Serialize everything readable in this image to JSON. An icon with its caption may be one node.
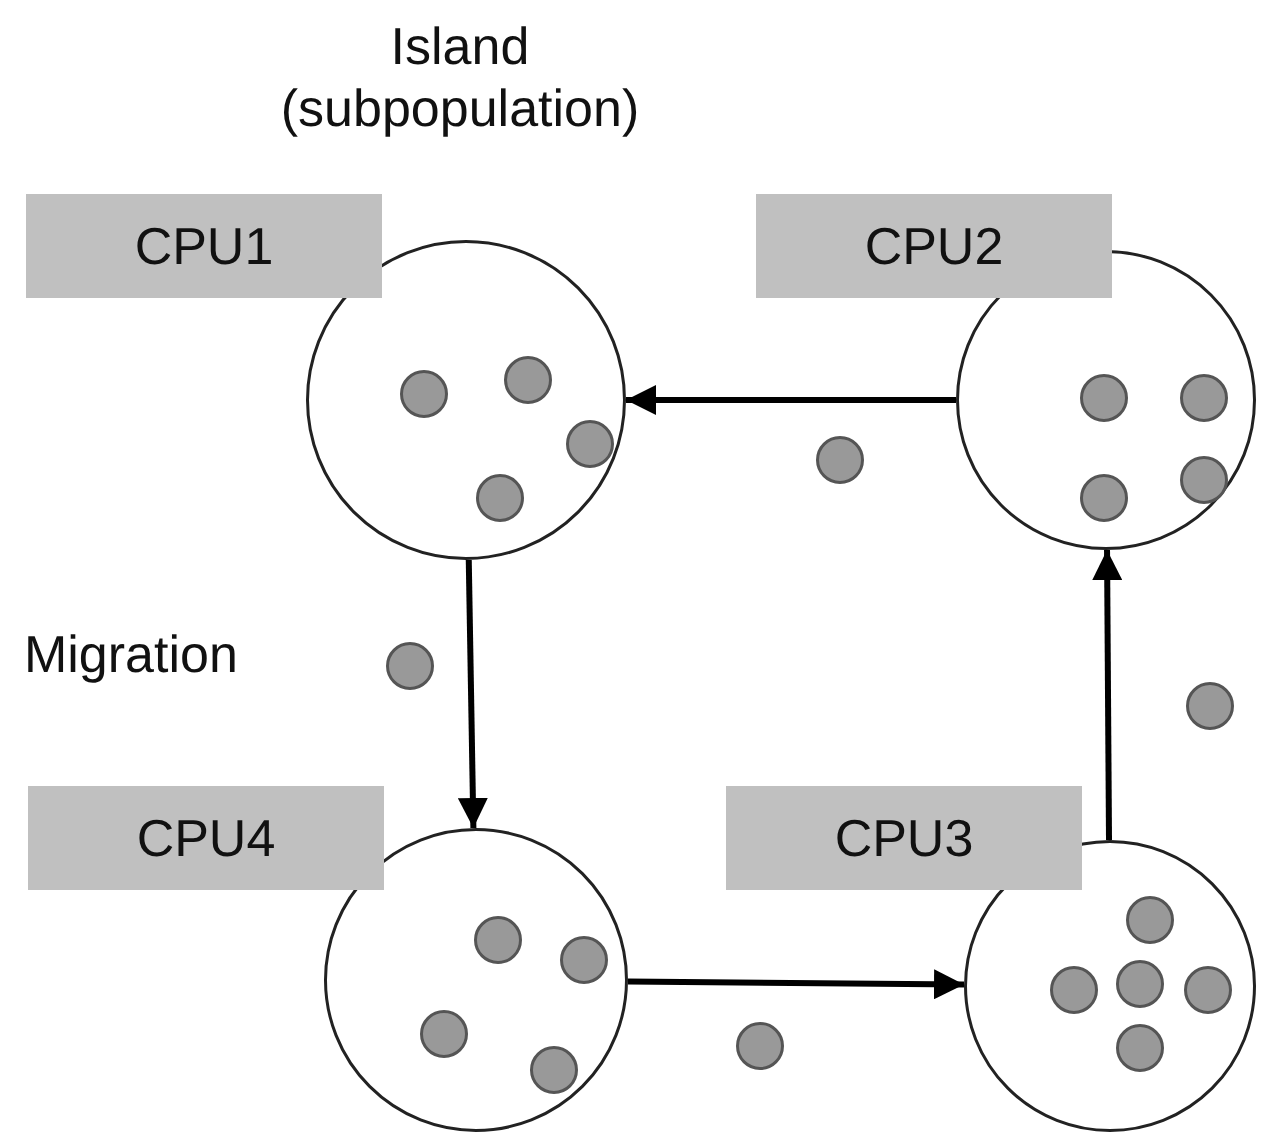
{
  "diagram": {
    "nodes": [
      {
        "text": [
          "CPU1"
        ]
      },
      {
        "text": [],
        "shape": "circle"
      },
      {
        "text": [],
        "shape": "circle",
        "in": 1
      },
      {
        "text": [],
        "shape": "circle",
        "in": 1
      },
      {
        "text": [],
        "shape": "circle",
        "in": 1
      },
      {
        "text": [],
        "shape": "circle",
        "in": 1
      },
      {
        "text": [
          "CPU2"
        ]
      },
      {
        "text": [],
        "shape": "circle"
      },
      {
        "text": [],
        "shape": "circle",
        "in": 7
      },
      {
        "text": [],
        "shape": "circle",
        "in": 7
      },
      {
        "text": [],
        "shape": "circle",
        "in": 7
      },
      {
        "text": [],
        "shape": "circle",
        "in": 7
      },
      {
        "text": [],
        "shape": "circle"
      },
      {
        "text": [],
        "shape": "circle"
      },
      {
        "text": [],
        "shape": "circle"
      },
      {
        "text": [
          "CPU4"
        ]
      },
      {
        "text": [],
        "shape": "circle"
      },
      {
        "text": [],
        "shape": "circle",
        "in": 16
      },
      {
        "text": [],
        "shape": "circle",
        "in": 16
      },
      {
        "text": [],
        "shape": "circle",
        "in": 16
      },
      {
        "text": [],
        "shape": "circle",
        "in": 16
      },
      {
        "text": [
          "CPU3"
        ]
      },
      {
        "text": [],
        "shape": "circle"
      },
      {
        "text": [],
        "shape": "circle",
        "in": 22
      },
      {
        "text": [],
        "shape": "circle",
        "in": 22
      },
      {
        "text": [],
        "shape": "circle",
        "in": 22
      },
      {
        "text": [],
        "shape": "circle",
        "in": 22
      },
      {
        "text": [],
        "shape": "circle",
        "in": 22
      },
      {
        "text": [],
        "shape": "circle"
      }
    ],
    "edges": [
      {
        "from": 7,
        "to": 1,
        "arrow": "to"
      },
      {
        "from": 1,
        "to": 16,
        "arrow": "to"
      },
      {
        "from": 16,
        "to": 22,
        "arrow": "to"
      },
      {
        "from": 22,
        "to": 7,
        "arrow": "to"
      }
    ],
    "labels": [
      "Island (subpopulation)",
      "Migration"
    ]
  }
}
